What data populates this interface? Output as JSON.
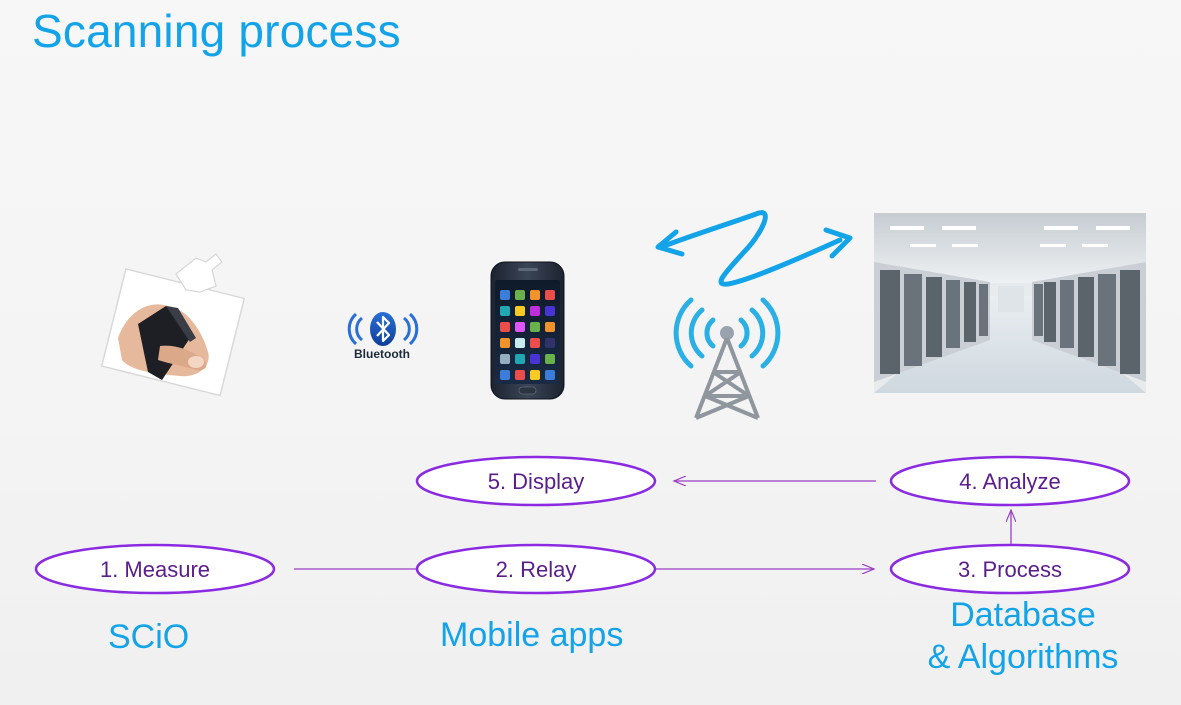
{
  "title": "Scanning process",
  "nodes": {
    "display": "5. Display",
    "analyze": "4. Analyze",
    "measure": "1. Measure",
    "relay": "2. Relay",
    "process": "3. Process"
  },
  "captions": {
    "scio": "SCiO",
    "mobile": "Mobile apps",
    "db_line1": "Database",
    "db_line2": "& Algorithms"
  },
  "bluetooth_label": "Bluetooth",
  "icons": [
    "scio-device-icon",
    "bluetooth-icon",
    "smartphone-icon",
    "cell-tower-icon",
    "wireless-link-icon",
    "data-center-icon"
  ],
  "colors": {
    "title": "#13a3e8",
    "node_border": "#8a2be2",
    "node_text": "#5a1e8c",
    "arrow": "#9b3fc4",
    "caption": "#13a3e8"
  }
}
